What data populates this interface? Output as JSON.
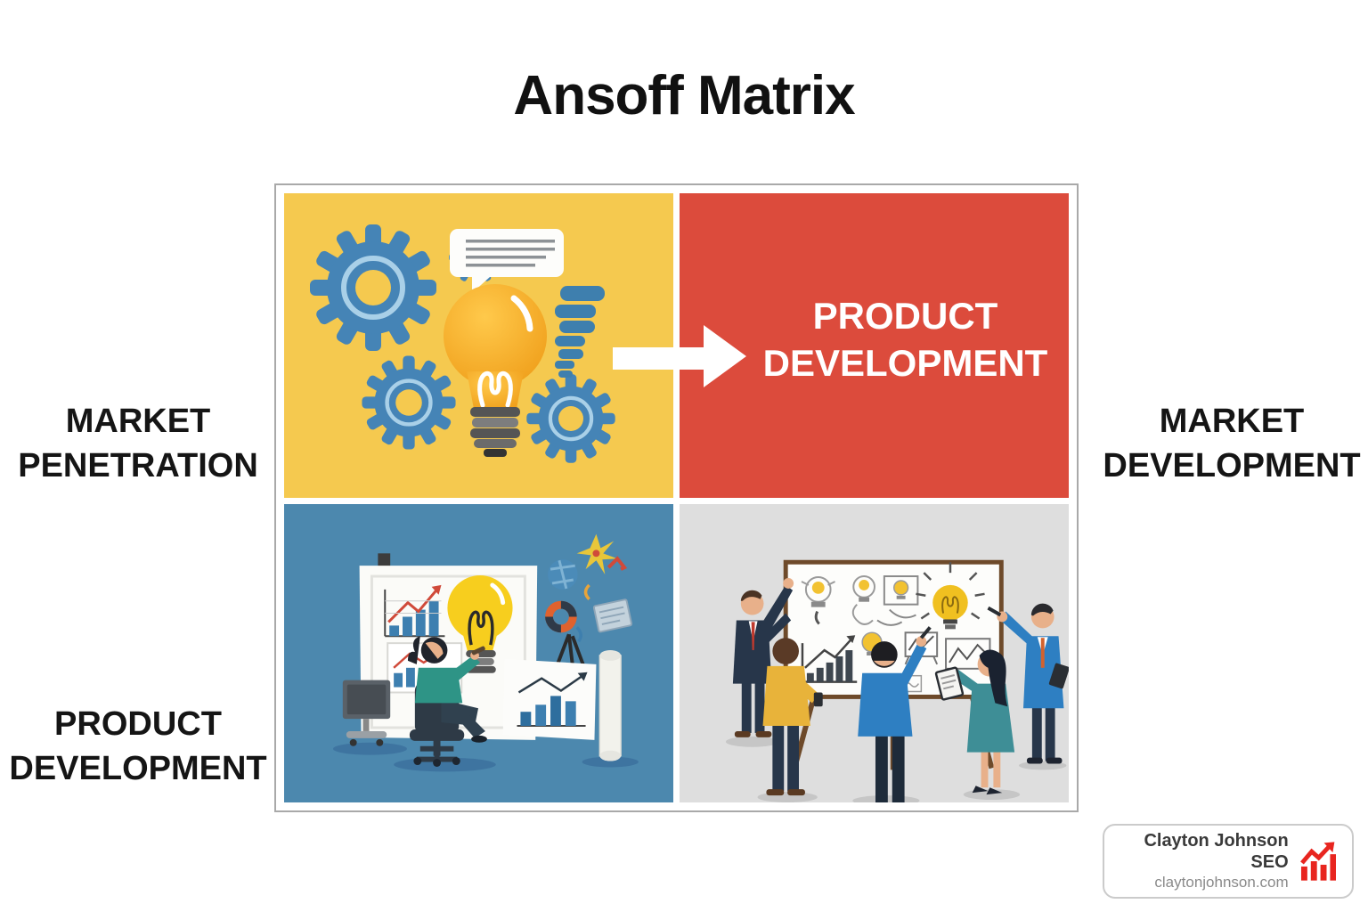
{
  "title": "Ansoff Matrix",
  "side_labels": {
    "market_penetration": "MARKET PENETRATION",
    "market_development": "MARKET DEVELOPMENT",
    "product_development": "PRODUCT DEVELOPMENT"
  },
  "quadrant_label": {
    "product_development": "PRODUCT DEVELOPMENT"
  },
  "quadrants": [
    {
      "position": "top-left",
      "bg": "#F5C94F",
      "content": "gears-and-lightbulb-illustration"
    },
    {
      "position": "top-right",
      "bg": "#DC4B3C",
      "label": "PRODUCT DEVELOPMENT"
    },
    {
      "position": "bottom-left",
      "bg": "#4C88AE",
      "content": "analyst-reviewing-charts-illustration"
    },
    {
      "position": "bottom-right",
      "bg": "#DEDEDE",
      "content": "team-brainstorm-whiteboard-illustration"
    }
  ],
  "badge": {
    "brand": "Clayton Johnson SEO",
    "domain": "claytonjohnson.com",
    "icon": "growth-chart-icon",
    "icon_color": "#E8251F"
  },
  "colors": {
    "yellow_quadrant": "#F5C94F",
    "red_quadrant": "#DC4B3C",
    "blue_quadrant": "#4C88AE",
    "gray_quadrant": "#DEDEDE",
    "matrix_border": "#A9A9A9",
    "gear_blue": "#4584B6",
    "bulb_orange": "#F2A51E",
    "text_black": "#111111",
    "white": "#FFFFFF"
  }
}
